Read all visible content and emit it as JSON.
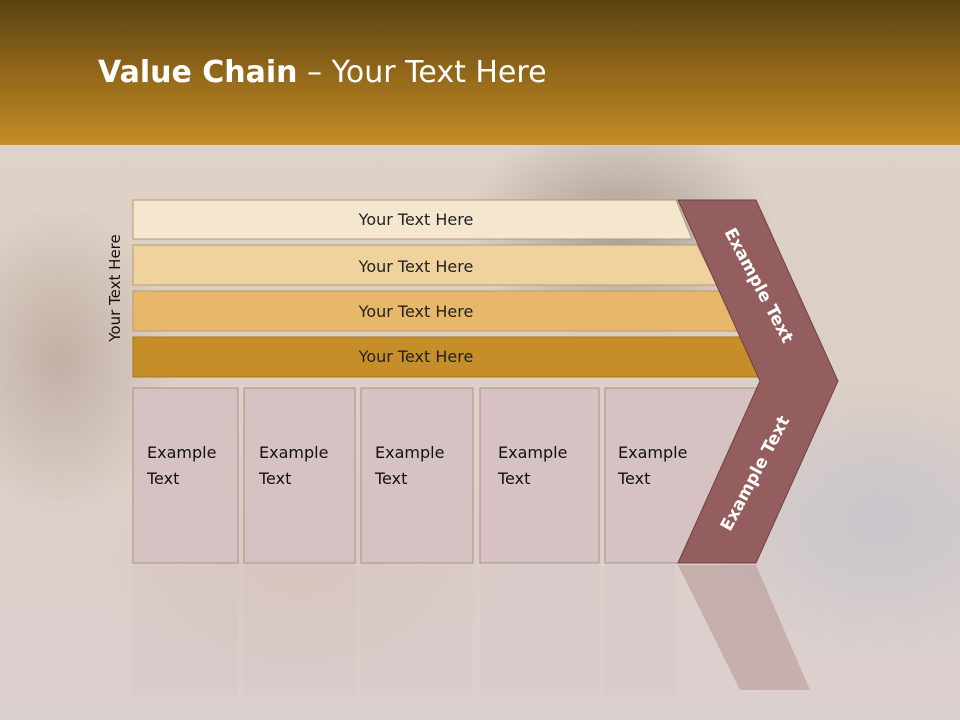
{
  "slide": {
    "title_bold": "Value Chain",
    "title_rest": " – Your Text Here",
    "vertical_label": "Your Text Here"
  },
  "bands": [
    {
      "label": "Your Text Here",
      "color": "#f5e6cf"
    },
    {
      "label": "Your Text Here",
      "color": "#f0d29e"
    },
    {
      "label": "Your Text Here",
      "color": "#e8b86a"
    },
    {
      "label": "Your Text Here",
      "color": "#c68e28"
    }
  ],
  "boxes": [
    {
      "line1": "Example",
      "line2": "Text"
    },
    {
      "line1": "Example",
      "line2": "Text"
    },
    {
      "line1": "Example",
      "line2": "Text"
    },
    {
      "line1": "Example",
      "line2": "Text"
    },
    {
      "line1": "Example",
      "line2": "Text"
    }
  ],
  "chevron": {
    "upper_label": "Example Text",
    "lower_label": "Example Text",
    "color": "#955e5e"
  },
  "colors": {
    "box_fill": "#d6c1c3",
    "header_start": "#5a4313",
    "header_end": "#c68e28"
  }
}
